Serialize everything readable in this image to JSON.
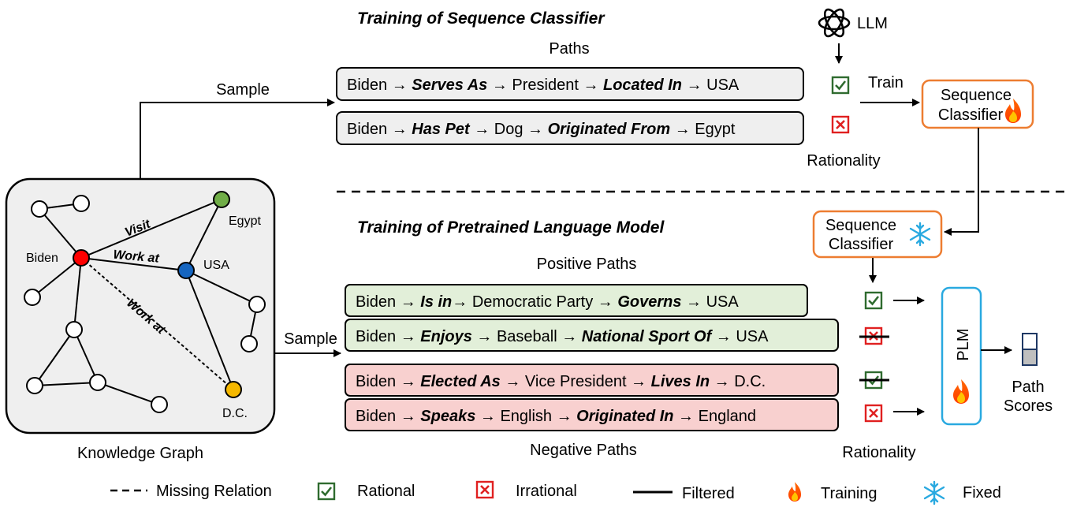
{
  "titles": {
    "top": "Training of Sequence Classifier",
    "bottom": "Training of Pretrained Language Model"
  },
  "labels": {
    "llm": "LLM",
    "paths": "Paths",
    "positive_paths": "Positive Paths",
    "negative_paths": "Negative Paths",
    "sample_top": "Sample",
    "sample_bottom": "Sample",
    "train": "Train",
    "rationality_top": "Rationality",
    "rationality_bottom": "Rationality",
    "knowledge_graph": "Knowledge Graph",
    "plm": "PLM",
    "path_scores_1": "Path",
    "path_scores_2": "Scores",
    "seq_classifier_1": "Sequence",
    "seq_classifier_2": "Classifier"
  },
  "graph": {
    "nodes": {
      "biden": "Biden",
      "egypt": "Egypt",
      "usa": "USA",
      "dc": "D.C."
    },
    "edges": {
      "visit": "Visit",
      "work_at_1": "Work at",
      "work_at_2": "Work at"
    }
  },
  "top_paths": [
    {
      "segments": [
        [
          "Biden",
          false
        ],
        [
          " → ",
          false
        ],
        [
          "Serves As",
          true
        ],
        [
          " → President → ",
          false
        ],
        [
          "Located In",
          true
        ],
        [
          " → USA",
          false
        ]
      ],
      "status": "rational"
    },
    {
      "segments": [
        [
          "Biden",
          false
        ],
        [
          " → ",
          false
        ],
        [
          "Has Pet",
          true
        ],
        [
          " → Dog → ",
          false
        ],
        [
          "Originated From",
          true
        ],
        [
          " → Egypt",
          false
        ]
      ],
      "status": "irrational"
    }
  ],
  "bottom_paths": [
    {
      "segments": [
        [
          "Biden → ",
          false
        ],
        [
          "Is in",
          true
        ],
        [
          "→ Democratic Party → ",
          false
        ],
        [
          "Governs",
          true
        ],
        [
          " → USA",
          false
        ]
      ],
      "status": "rational",
      "filtered": false,
      "kind": "positive"
    },
    {
      "segments": [
        [
          "Biden → ",
          false
        ],
        [
          "Enjoys",
          true
        ],
        [
          " → Baseball → ",
          false
        ],
        [
          "National Sport Of",
          true
        ],
        [
          " → USA",
          false
        ]
      ],
      "status": "irrational",
      "filtered": true,
      "kind": "positive"
    },
    {
      "segments": [
        [
          "Biden → ",
          false
        ],
        [
          "Elected As",
          true
        ],
        [
          " → Vice President → ",
          false
        ],
        [
          "Lives In",
          true
        ],
        [
          " → D.C.",
          false
        ]
      ],
      "status": "rational",
      "filtered": true,
      "kind": "negative"
    },
    {
      "segments": [
        [
          "Biden → ",
          false
        ],
        [
          "Speaks",
          true
        ],
        [
          " → English → ",
          false
        ],
        [
          "Originated In",
          true
        ],
        [
          " → England",
          false
        ]
      ],
      "status": "irrational",
      "filtered": false,
      "kind": "negative"
    }
  ],
  "legend": {
    "missing_relation": "Missing Relation",
    "rational": "Rational",
    "irrational": "Irrational",
    "filtered": "Filtered",
    "training": "Training",
    "fixed": "Fixed"
  },
  "colors": {
    "positive_fill": "#e2efd9",
    "negative_fill": "#f8d0cf",
    "neutral_fill": "#efefef",
    "check_green": "#2f6b2f",
    "cross_red": "#e02020",
    "classifier_border": "#ed7d31",
    "plm_border": "#29a9e0",
    "node_red": "#ff0000",
    "node_blue": "#1565c0",
    "node_green": "#70ad47",
    "node_yellow": "#f5b800"
  }
}
